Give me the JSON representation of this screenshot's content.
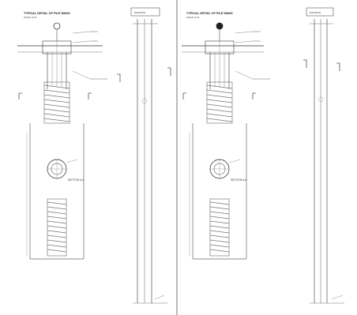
{
  "sheet": {
    "colors": {
      "line": "#555555",
      "faint_line": "#9a9a9a",
      "hatch": "#777777",
      "paper": "#ffffff",
      "filled_marker": "#222222"
    },
    "left_sheet": {
      "title": "TYPICAL DETAIL OF PILE DMAS",
      "scale_note": "SCALE: N.T.S.",
      "elevation_tag": "ELEVATION",
      "section_label": "SECTION A-A"
    },
    "right_sheet": {
      "title": "TYPICAL DETAIL OF PILE DMAS",
      "scale_note": "SCALE: N.T.S.",
      "elevation_tag": "ELEVATION",
      "section_label": "SECTION A-A"
    },
    "markers": {
      "left_top_marker": "open-circle",
      "right_top_marker": "filled-circle"
    }
  }
}
